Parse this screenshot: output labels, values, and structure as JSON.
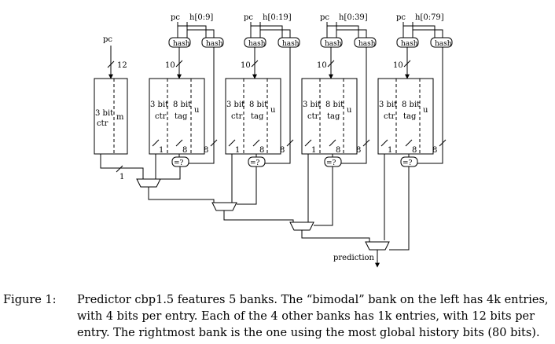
{
  "diagram": {
    "bimodal": {
      "pc": "pc",
      "index_bits": "12",
      "ctr_line1": "3 bit",
      "ctr_line2": "ctr",
      "m": "m",
      "out_bits": "1"
    },
    "banks": [
      {
        "pc": "pc",
        "history": "h[0:9]",
        "hash1": "hash",
        "hash2": "hash",
        "index_bits": "10",
        "ctr_line1": "3 bit",
        "ctr_line2": "ctr",
        "tag_line1": "8 bit",
        "tag_line2": "tag",
        "u": "u",
        "ctr_bits": "1",
        "tag_bits": "8",
        "hash_bits": "8",
        "compare": "=?"
      },
      {
        "pc": "pc",
        "history": "h[0:19]",
        "hash1": "hash",
        "hash2": "hash",
        "index_bits": "10",
        "ctr_line1": "3 bit",
        "ctr_line2": "ctr",
        "tag_line1": "8 bit",
        "tag_line2": "tag",
        "u": "u",
        "ctr_bits": "1",
        "tag_bits": "8",
        "hash_bits": "8",
        "compare": "=?"
      },
      {
        "pc": "pc",
        "history": "h[0:39]",
        "hash1": "hash",
        "hash2": "hash",
        "index_bits": "10",
        "ctr_line1": "3 bit",
        "ctr_line2": "ctr",
        "tag_line1": "8 bit",
        "tag_line2": "tag",
        "u": "u",
        "ctr_bits": "1",
        "tag_bits": "8",
        "hash_bits": "8",
        "compare": "=?"
      },
      {
        "pc": "pc",
        "history": "h[0:79]",
        "hash1": "hash",
        "hash2": "hash",
        "index_bits": "10",
        "ctr_line1": "3 bit",
        "ctr_line2": "ctr",
        "tag_line1": "8 bit",
        "tag_line2": "tag",
        "u": "u",
        "ctr_bits": "1",
        "tag_bits": "8",
        "hash_bits": "8",
        "compare": "=?"
      }
    ],
    "output": "prediction"
  },
  "caption": {
    "lead": "Figure 1:",
    "lines": [
      "Predictor cbp1.5 features 5 banks.  The “bimodal” bank on the left has 4k entries,",
      "with 4 bits per entry.  Each of the 4 other banks has 1k entries, with 12 bits per",
      "entry.  The rightmost bank is the one using the most global history bits (80 bits)."
    ]
  }
}
